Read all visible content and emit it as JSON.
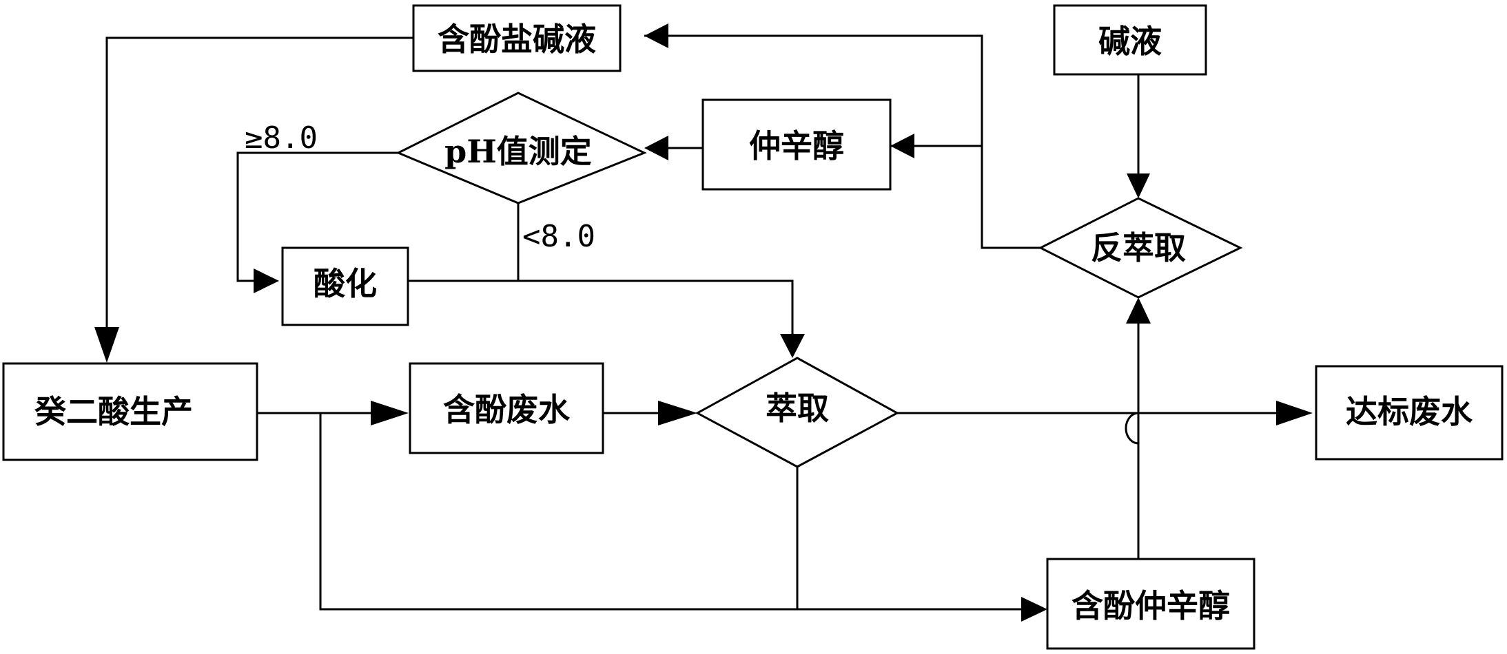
{
  "nodes": {
    "phenol_salt_alkali": "含酚盐碱液",
    "alkali": "碱液",
    "ph_test": "pH值测定",
    "sec_octanol": "仲辛醇",
    "acidify": "酸化",
    "back_extract": "反萃取",
    "sebacic_production": "癸二酸生产",
    "phenol_wastewater": "含酚废水",
    "extract": "萃取",
    "compliant_wastewater": "达标废水",
    "phenol_octanol": "含酚仲辛醇"
  },
  "conditions": {
    "ge": "≥8.0",
    "lt": "<8.0"
  }
}
